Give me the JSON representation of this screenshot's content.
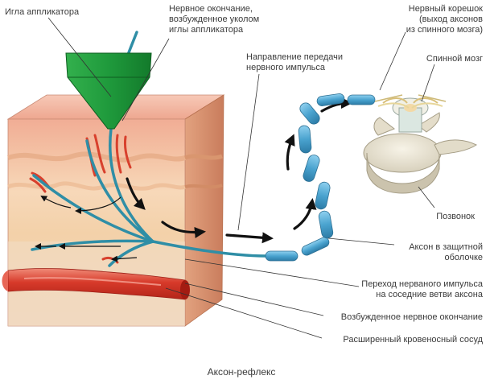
{
  "diagram": {
    "caption": "Аксон-рефлекс",
    "labels": {
      "applicator_needle": "Игла аппликатора",
      "nerve_ending_line1": "Нервное окончание,",
      "nerve_ending_line2": "возбужденное уколом",
      "nerve_ending_line3": "иглы аппликатора",
      "impulse_direction_line1": "Направление передачи",
      "impulse_direction_line2": "нервного импульса",
      "nerve_root_line1": "Нервный корешок",
      "nerve_root_line2": "(выход аксонов",
      "nerve_root_line3": "из спинного мозга)",
      "spinal_cord": "Спинной мозг",
      "vertebra": "Позвонок",
      "axon_sheath_line1": "Аксон в защитной",
      "axon_sheath_line2": "оболочке",
      "impulse_transfer_line1": "Переход нерваного импульса",
      "impulse_transfer_line2": "на соседние ветви аксона",
      "excited_ending": "Возбужденное нервное окончание",
      "dilated_vessel": "Расширенный кровеносный сосуд"
    }
  },
  "colors": {
    "needle": "#1f9a3c",
    "skin_top": "#f3b9a6",
    "skin_mid": "#f6d7b8",
    "skin_side": "#d98c6d",
    "nerve": "#2f8ea6",
    "axon": "#4aa3cf",
    "vessel": "#d73a2a",
    "bone": "#e7e2d3"
  }
}
